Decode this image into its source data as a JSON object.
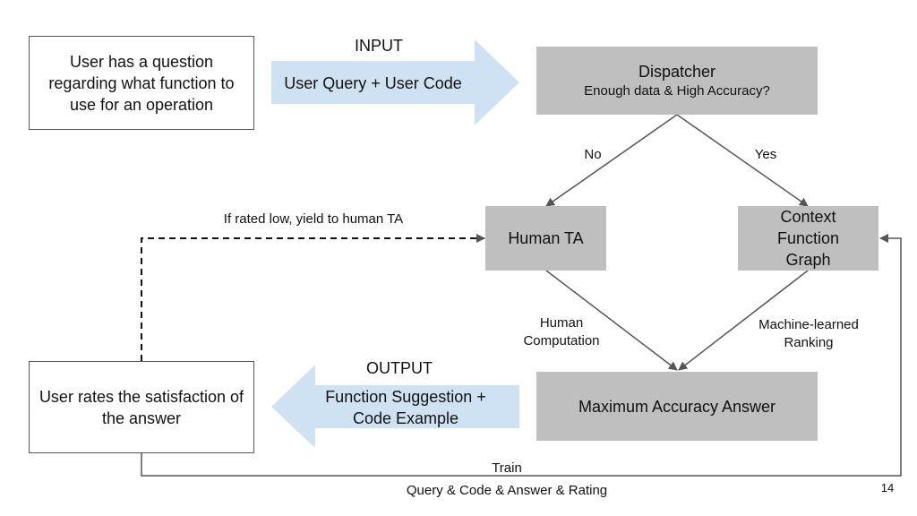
{
  "boxes": {
    "user_question": "User has a question regarding what function to use for an operation",
    "dispatcher_title": "Dispatcher",
    "dispatcher_sub": "Enough data & High Accuracy?",
    "human_ta": "Human TA",
    "context_graph": "Context Function Graph",
    "max_answer": "Maximum Accuracy Answer",
    "user_rates": "User rates the satisfaction of the answer"
  },
  "labels": {
    "input": "INPUT",
    "input_arrow": "User Query + User Code",
    "output": "OUTPUT",
    "output_arrow": "Function Suggestion + Code Example",
    "no": "No",
    "yes": "Yes",
    "human_computation": "Human Computation",
    "ml_ranking": "Machine-learned Ranking",
    "rated_low": "If rated low, yield to human TA",
    "train": "Train",
    "train_data": "Query & Code & Answer & Rating",
    "page_number": "14"
  },
  "colors": {
    "block_arrow": "#cfe2f3",
    "gray_box": "#bfbfbf",
    "line": "#555555"
  }
}
